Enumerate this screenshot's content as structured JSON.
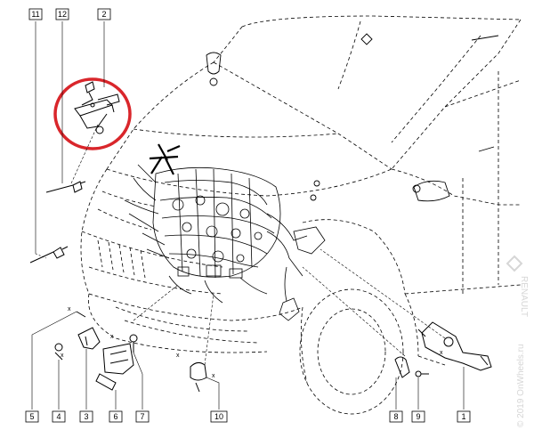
{
  "callouts": [
    {
      "id": "11",
      "label": "11"
    },
    {
      "id": "12",
      "label": "12"
    },
    {
      "id": "2",
      "label": "2"
    },
    {
      "id": "5",
      "label": "5"
    },
    {
      "id": "4",
      "label": "4"
    },
    {
      "id": "3",
      "label": "3"
    },
    {
      "id": "6",
      "label": "6"
    },
    {
      "id": "7",
      "label": "7"
    },
    {
      "id": "10",
      "label": "10"
    },
    {
      "id": "8",
      "label": "8"
    },
    {
      "id": "9",
      "label": "9"
    },
    {
      "id": "1",
      "label": "1"
    }
  ],
  "x_marks": [
    "x",
    "x",
    "x",
    "x",
    "x",
    "x"
  ],
  "watermark": {
    "text": "© 2019 OnWheels.ru",
    "brand": "RENAULT"
  },
  "colors": {
    "line": "#000000",
    "highlight_circle": "#d9262b",
    "watermark": "#d6d6d6"
  }
}
